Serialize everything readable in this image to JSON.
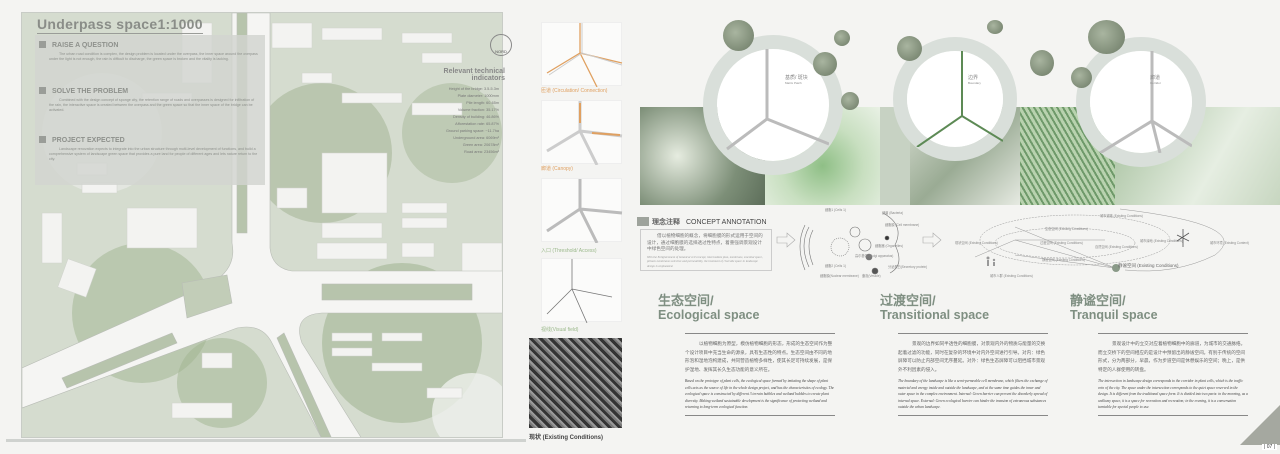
{
  "left_board": {
    "title": "Underpass space1:1000",
    "north_label": "NORD",
    "sections": [
      {
        "heading": "RAISE A QUESTION",
        "text": "The urban road condition is complex, the design problem is located under the overpass, the inner space around the overpass under the light is not enough, the rain is difficult to discharge, the green space is broken and the vitality is lacking."
      },
      {
        "heading": "SOLVE THE PROBLEM",
        "text": "Combined with the design concept of sponge city, the retention range of roads and overpasses is designed for infiltration of the rain, the interactive space is created between the overpass and the green space so that the inner space of the bridge can be activated."
      },
      {
        "heading": "PROJECT EXPECTED",
        "text": "Landscape renovation expects to integrate into the urban structure through multi-level development of functions, and build a comprehensive system of landscape green space that provides a pure land for people of different ages and lets nature return to the city."
      }
    ],
    "indicators": {
      "heading": "Relevant technical indicators",
      "rows": [
        "Height of the bridge: 3.5-5.3m",
        "Plate diameter: 1000mm",
        "Pile length: 60-65m",
        "Volume fraction: 35.17%",
        "Density of building: 46.86%",
        "Afforestation rate: 65.87%",
        "Ground parking space: ~11.7ha",
        "Underground area: 6069m²",
        "Green area: 20678m²",
        "Road area: 23456m²"
      ]
    }
  },
  "strip": {
    "captions": [
      "匝道 (Circulation/ Connection)",
      "廊道 (Canopy)",
      "入口 (Threshold/ Access)",
      "视线(Visual field)"
    ],
    "existing_caption": "现状 (Existing Conditions)",
    "caption_colors": [
      "#e0a060",
      "#e0a060",
      "#9ab88a",
      "#9ab88a"
    ]
  },
  "rings": [
    {
      "zh": "基质/ 斑块",
      "en": "Matrix Patch"
    },
    {
      "zh": "边界",
      "en": "Boundary"
    },
    {
      "zh": "廊道",
      "en": "Corridor"
    }
  ],
  "concept": {
    "heading_zh": "理念注释",
    "heading_en": "CONCEPT ANNOTATION",
    "text_zh": "借以植物细胞的概念，将细胞膜的形式运用于空间的设计，通过细胞膜的选择透过性特点，着重强调景观设计中绿色空间的处理。",
    "text_en": "With the Enlightenment of botanical cell concept, intermediate plan, membrane, essential space, phloem membranes selective and permeability, the treatment of riverside space in landscape design is emphasized."
  },
  "cell_diagram": {
    "labels": [
      "细胞1 (Cells 1)",
      "细胞2 (Cells 1)",
      "细胞膜(Nuclear membrane)",
      "细菌 (Bacteria)",
      "细胞膜 (Cell membrane)",
      "细胞器 (Organelles)",
      "高尔基体 (Golgi apparatus)",
      "分泌蛋白(Secretory protein)",
      "囊泡(Vesicle)"
    ]
  },
  "flow_diagram": {
    "labels": [
      "现状空间 (Existing Conditions)",
      "生态空间 (Existing Conditions)",
      "过渡空间 (Existing Conditions)",
      "静谧空间 (Existing Conditions)",
      "城市道路 (Existing Conditions)",
      "城市绿地 (Existing Conditions)",
      "城市环境 (Existing Context)",
      "城市人群 (Existing Conditions)",
      "自然空间 (Existing Conditions)"
    ],
    "main_label": "静谧空间 (Existing Conditions)"
  },
  "spaces": [
    {
      "title_zh": "生态空间/",
      "title_en": "Ecological space",
      "text_zh": "以植物细胞为原型，模仿植物细胞的形态，形成的生态空间作为整个设计项目中充当生命的源泉，具有生态性的特点。生态空间由不同的地形泡和湿地泡构建成，共同营造植物多样性，使其长足可持续发展，是保护湿地、发挥其长久生态功能的意义所在。",
      "text_en": "Based on the prototype of plant cells, the ecological space formed by imitating the shape of plant cells acts as the source of life in the whole design project, and has the characteristics of ecology. The ecological space is constructed by different 3 terrain bubbles and wetland bubbles to create plant diversity. Making wetland sustainable development is the significance of protecting wetland and returning to long-term ecological function."
    },
    {
      "title_zh": "过渡空间/",
      "title_en": "Transitional space",
      "text_zh": "景观的边界如同半透性的细胞膜，对景观内外的物质与能量的交换起着过滤的功能，同时在复杂的环境中对内外空间进行引导。对内：绿色屏障可以防止内部空间无序蔓延。对外：绿色生态屏障可以阻挡城市景观外不利因素的侵入。",
      "text_en": "The boundary of the landscape is like a semi-permeable cell membrane, which filters the exchange of material and energy inside and outside the landscape, and at the same time guides the inner and outer space in the complex environment. Internal: Green barrier can prevent the disorderly spread of internal space. External: Green ecological barrier can hinder the invasion of extraneous substances outside the urban landscape."
    },
    {
      "title_zh": "静谧空间/",
      "title_en": "Tranquil space",
      "text_zh": "景观设计中的立交对应着植物细胞中的廊道，为城市的交通脉络。而立交桥下的空间相应的是设计中预留出的静谧空间。有别于传统的空间形式，分为两部分，早晨，作为步道空间是休憩娱乐的空间；晚上，是供特定的人群使用的转盘。",
      "text_en": "The intersection in landscape design corresponds to the corridor in plant cells, which is the traffic vein of the city. The space under the intersection corresponds to the quiet space reserved in the design. It is different from the traditional space form. It is divided into two parts: in the morning, as a walkway space, it is a space for recreation and recreation; in the evening, it is a conversation turntable for special people to use."
    }
  ],
  "page_number": "| 07 |",
  "colors": {
    "accent_green": "#7f8f82",
    "ring": "#d9dfda",
    "orange": "#e0a060"
  }
}
